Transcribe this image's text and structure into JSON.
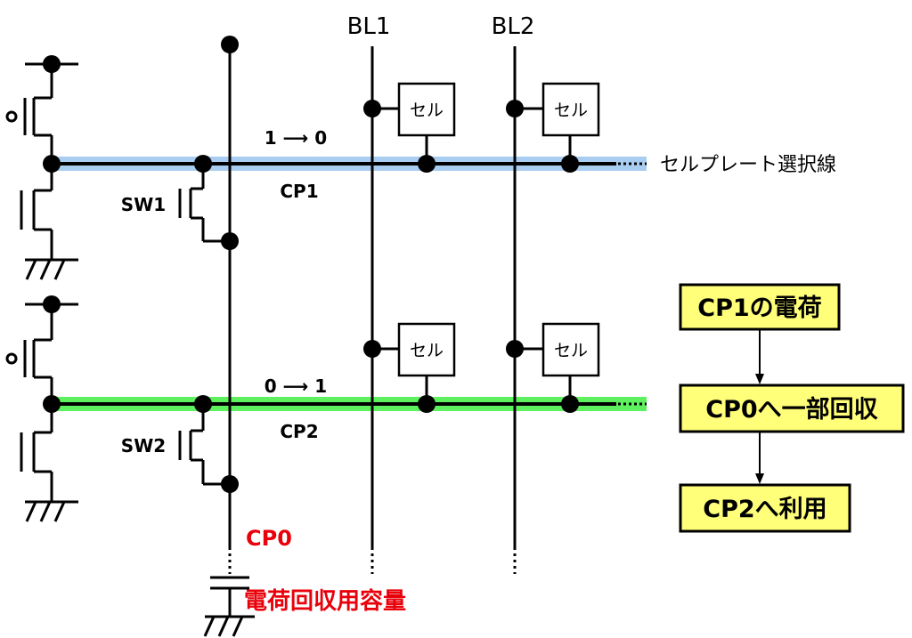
{
  "bitlines": [
    "BL1",
    "BL2"
  ],
  "cell_label": "セル",
  "rows": [
    {
      "transition": "1 ⟶ 0",
      "plate_label": "CP1",
      "switch_label": "SW1",
      "line_color": "#a8cdf0"
    },
    {
      "transition": "0 ⟶ 1",
      "plate_label": "CP2",
      "switch_label": "SW2",
      "line_color": "#5ff05f"
    }
  ],
  "plate_select_label": "セルプレート選択線",
  "collector_label": "CP0",
  "capacitor_label": "電荷回収用容量",
  "flow_steps": [
    "CP1の電荷",
    "CP0へ一部回収",
    "CP2へ利用"
  ],
  "colors": {
    "flow_box_fill": "#ffff7a",
    "accent_red": "#e8000b"
  }
}
